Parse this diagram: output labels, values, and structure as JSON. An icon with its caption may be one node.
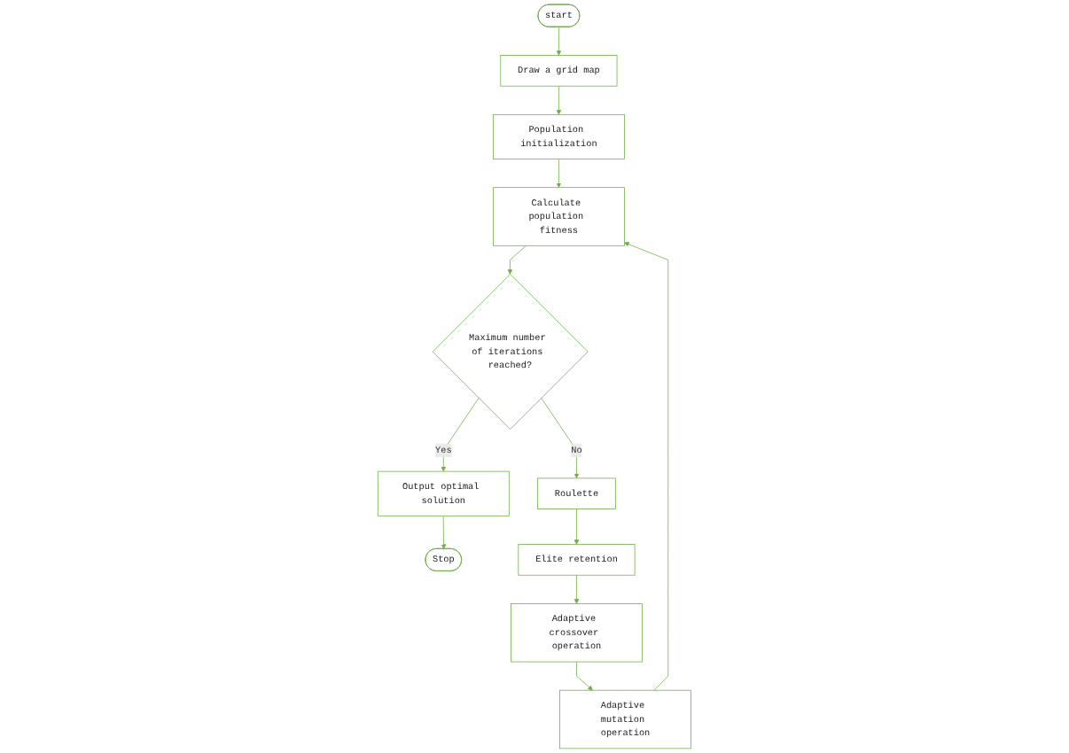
{
  "diagram": {
    "nodes": [
      {
        "text": [
          "start"
        ]
      },
      {
        "text": [
          "Draw a grid map"
        ]
      },
      {
        "text": [
          "Population initialization"
        ]
      },
      {
        "text": [
          "Calculate population fitness"
        ]
      },
      {
        "text": [
          "Maximum number of iterations reached?"
        ]
      },
      {
        "text": [
          "Output optimal solution"
        ]
      },
      {
        "text": [
          "Stop"
        ]
      },
      {
        "text": [
          "Roulette"
        ]
      },
      {
        "text": [
          "Elite retention"
        ]
      },
      {
        "text": [
          "Adaptive crossover operation"
        ]
      },
      {
        "text": [
          "Adaptive mutation operation"
        ]
      }
    ],
    "edges": [
      {
        "from": 0,
        "to": 1,
        "arrow": "to"
      },
      {
        "from": 1,
        "to": 2,
        "arrow": "to"
      },
      {
        "from": 2,
        "to": 3,
        "arrow": "to"
      },
      {
        "from": 3,
        "to": 4,
        "arrow": "to"
      },
      {
        "from": 4,
        "to": 5,
        "label": "Yes",
        "arrow": "to"
      },
      {
        "from": 5,
        "to": 6,
        "arrow": "to"
      },
      {
        "from": 4,
        "to": 7,
        "label": "No",
        "arrow": "to"
      },
      {
        "from": 7,
        "to": 8,
        "arrow": "to"
      },
      {
        "from": 8,
        "to": 9,
        "arrow": "to"
      },
      {
        "from": 9,
        "to": 10,
        "arrow": "to"
      },
      {
        "from": 10,
        "to": 3,
        "arrow": "to"
      }
    ]
  }
}
